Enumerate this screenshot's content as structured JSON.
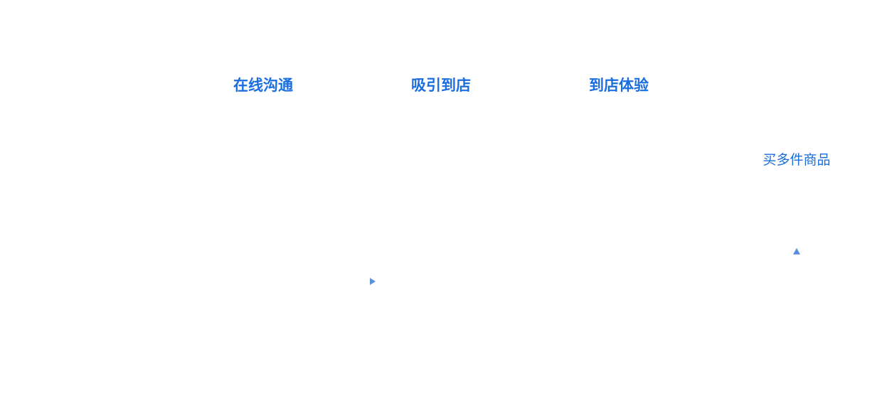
{
  "colors": {
    "label": "#1a6ee0",
    "arrow": "#5b8fe0",
    "background": "#ffffff"
  },
  "stages": [
    {
      "label": "在线沟通"
    },
    {
      "label": "吸引到店"
    },
    {
      "label": "到店体验"
    }
  ],
  "outcome": {
    "label": "买多件商品"
  },
  "icons": {
    "flow_arrow": "arrow-right-icon",
    "up_arrow": "arrow-up-icon"
  }
}
